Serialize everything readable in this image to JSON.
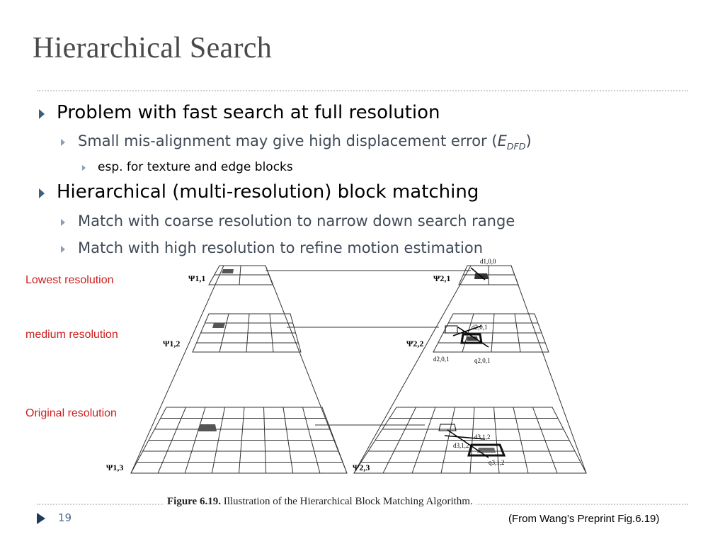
{
  "slide": {
    "title": "Hierarchical Search",
    "page_number": "19",
    "source_note": "(From Wang’s Preprint Fig.6.19)"
  },
  "bullets": [
    {
      "text": "Problem with fast search at full resolution",
      "children": [
        {
          "text_pre": "Small mis-alignment may give high displacement error (",
          "symbol": "E",
          "subscript": "DFD",
          "text_post": ")",
          "children": [
            {
              "text": "esp. for texture and edge blocks"
            }
          ]
        }
      ]
    },
    {
      "text": "Hierarchical (multi-resolution) block matching",
      "children": [
        {
          "text": "Match with coarse resolution to narrow down search range"
        },
        {
          "text": "Match with high resolution to refine motion estimation"
        }
      ]
    }
  ],
  "resolution_labels": {
    "lowest": "Lowest resolution",
    "medium": "medium resolution",
    "original": "Original resolution"
  },
  "figure": {
    "caption_bold": "Figure 6.19.",
    "caption_text": "Illustration of the Hierarchical Block Matching Algorithm.",
    "left_labels": [
      "Ψ1,1",
      "Ψ1,2",
      "Ψ1,3"
    ],
    "right_labels": [
      "Ψ2,1",
      "Ψ2,2",
      "Ψ2,3"
    ],
    "vector_labels": [
      "d1,0,0",
      "d2,0,1",
      "d2,0,1",
      "q2,0,1",
      "d3,1,2",
      "d3,1,2",
      "q3,1,2"
    ]
  }
}
